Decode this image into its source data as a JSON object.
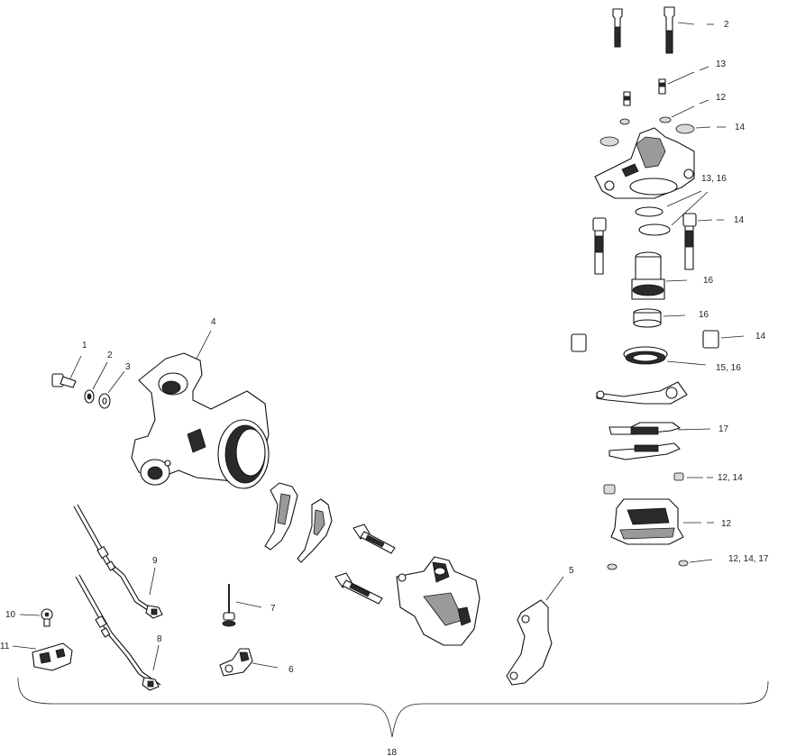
{
  "diagram": {
    "callouts": {
      "c2_top": "2",
      "c13_top": "13",
      "c12_top": "12",
      "c14_top": "14",
      "c13_16": "13,  16",
      "c14_mid": "14",
      "c16_a": "16",
      "c16_b": "16",
      "c14_right": "14",
      "c15_16": "15,   16",
      "c17": "17",
      "c12_14": "12,  14",
      "c12_low": "12",
      "c12_14_17": "12,     14,  17",
      "c1_left": "1",
      "c2_left": "2",
      "c3": "3",
      "c4": "4",
      "c5": "5",
      "c6": "6",
      "c7": "7",
      "c8": "8",
      "c9": "9",
      "c10": "10",
      "c11": "11",
      "c18": "18"
    }
  }
}
